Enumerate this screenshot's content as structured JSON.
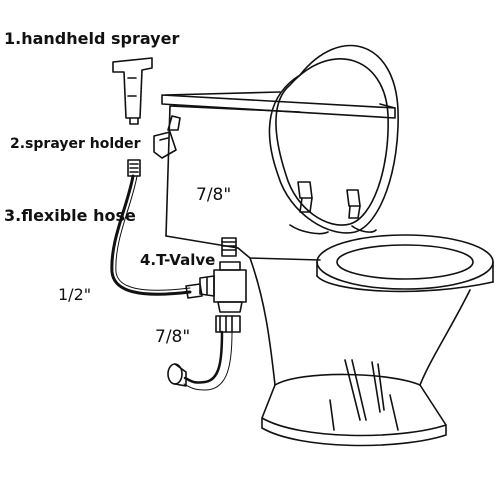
{
  "labels": {
    "handheld_sprayer": "1.handheld sprayer",
    "sprayer_holder": "2.sprayer holder",
    "flexible_hose": "3.flexible hose",
    "t_valve": "4.T-Valve",
    "size_upper": "7/8\"",
    "size_side": "1/2\"",
    "size_lower": "7/8\""
  },
  "colors": {
    "line": "#111111",
    "background": "#ffffff"
  }
}
